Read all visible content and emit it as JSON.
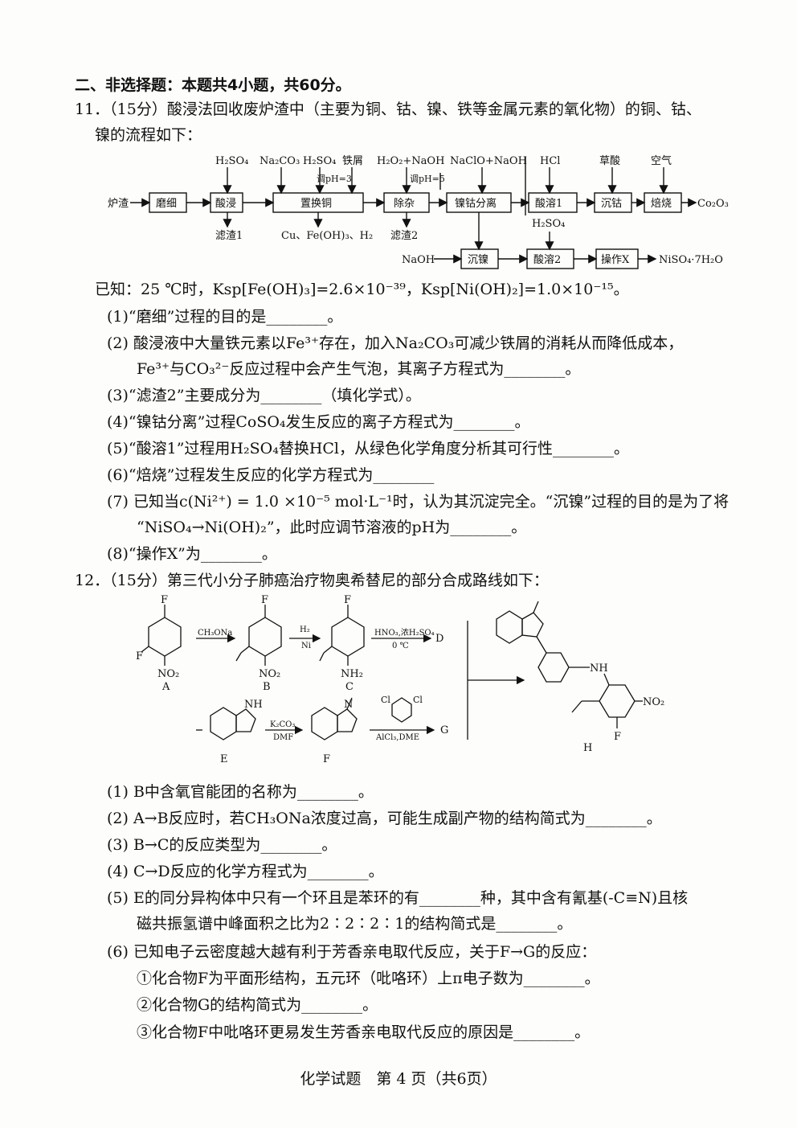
{
  "section_title": "二、非选择题：本题共4小题，共60分。",
  "q11": {
    "stem_line1": "11．（15分）酸浸法回收废炉渣中（主要为铜、钴、镍、铁等金属元素的氧化物）的铜、钴、",
    "stem_line2": "镍的流程如下：",
    "flow": {
      "start": "炉渣",
      "boxes": [
        "磨细",
        "酸浸",
        "置换铜",
        "除杂",
        "镍钴分离",
        "酸溶1",
        "沉钴",
        "焙烧",
        "沉镍",
        "酸溶2",
        "操作X"
      ],
      "reagents": [
        "H₂SO₄",
        "Na₂CO₃",
        "H₂SO₄",
        "铁屑",
        "调pH=3",
        "H₂O₂+NaOH",
        "调pH=5",
        "NaClO+NaOH",
        "HCl",
        "草酸",
        "空气",
        "H₂SO₄",
        "NaOH"
      ],
      "outputs": [
        "滤渣1",
        "Cu、Fe(OH)₃、H₂",
        "滤渣2",
        "Co₂O₃",
        "NiSO₄·7H₂O"
      ]
    },
    "known": "已知：25 ℃时，Ksp[Fe(OH)₃]=2.6×10⁻³⁹，Ksp[Ni(OH)₂]=1.0×10⁻¹⁵。",
    "items": [
      "(1)“磨细”过程的目的是________。",
      "(2) 酸浸液中大量铁元素以Fe³⁺存在，加入Na₂CO₃可减少铁屑的消耗从而降低成本，",
      "Fe³⁺与CO₃²⁻反应过程中会产生气泡，其离子方程式为________。",
      "(3)“滤渣2”主要成分为________（填化学式）。",
      "(4)“镍钴分离”过程CoSO₄发生反应的离子方程式为________。",
      "(5)“酸溶1”过程用H₂SO₄替换HCl，从绿色化学角度分析其可行性________。",
      "(6)“焙烧”过程发生反应的化学方程式为________",
      "(7) 已知当c(Ni²⁺) = 1.0 ×10⁻⁵ mol·L⁻¹时，认为其沉淀完全。“沉镍”过程的目的是为了将",
      "“NiSO₄→Ni(OH)₂”，此时应调节溶液的pH为________。",
      "(8)“操作X”为________。"
    ]
  },
  "q12": {
    "stem": "12．（15分）第三代小分子肺癌治疗物奥希替尼的部分合成路线如下：",
    "scheme": {
      "labels": [
        "A",
        "B",
        "C",
        "E",
        "F",
        "H",
        "D",
        "G"
      ],
      "reagents": [
        "CH₃ONa",
        "H₂",
        "Ni",
        "HNO₃,浓H₂SO₄",
        "0 ℃",
        "K₂CO₃",
        "DMF",
        "AlCl₃,DME"
      ],
      "atoms": [
        "F",
        "NO₂",
        "NH₂",
        "NH",
        "N",
        "Cl"
      ]
    },
    "items": [
      "(1) B中含氧官能团的名称为________。",
      "(2) A→B反应时，若CH₃ONa浓度过高，可能生成副产物的结构简式为________。",
      "(3) B→C的反应类型为________。",
      "(4) C→D反应的化学方程式为________。",
      "(5) E的同分异构体中只有一个环且是苯环的有________种，其中含有氰基(-C≡N)且核",
      "磁共振氢谱中峰面积之比为2∶2∶2∶1的结构简式是________。",
      "(6) 已知电子云密度越大越有利于芳香亲电取代反应，关于F→G的反应：",
      "①化合物F为平面形结构，五元环（吡咯环）上π电子数为________。",
      "②化合物G的结构简式为________。",
      "③化合物F中吡咯环更易发生芳香亲电取代反应的原因是________。"
    ]
  },
  "footer": "化学试题　第 4 页（共6页）"
}
